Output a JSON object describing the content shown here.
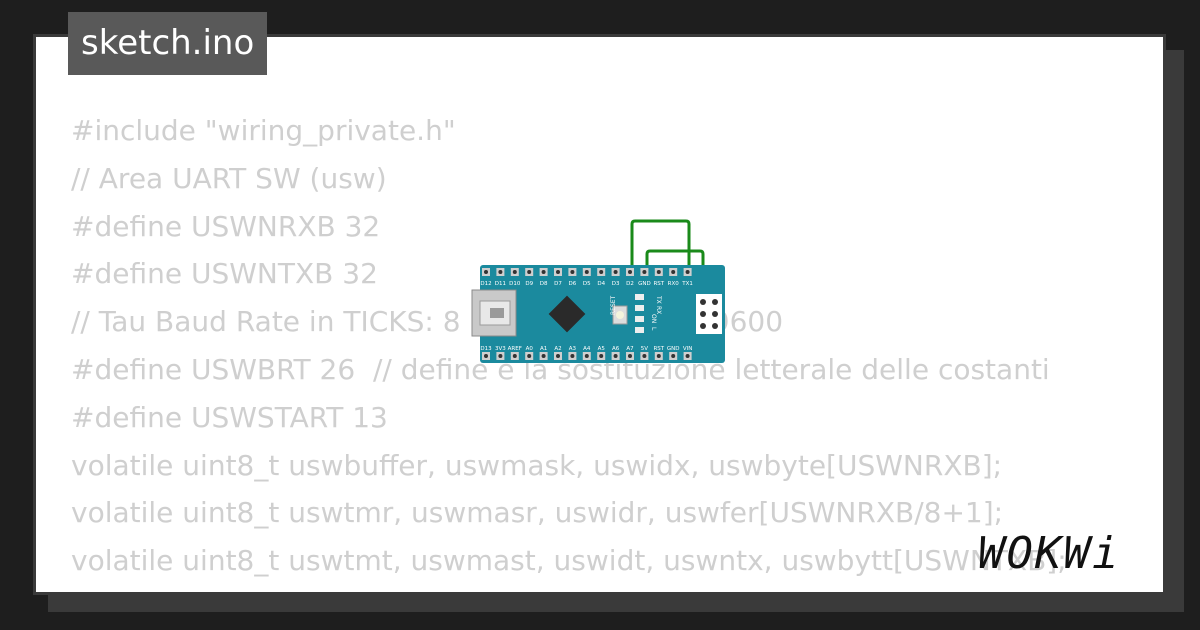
{
  "tab": {
    "title": "sketch.ino"
  },
  "code": {
    "lines": [
      "#include \"wiring_private.h\"",
      "// Area UART SW (usw)",
      "#define USWNRXB 32",
      "#define USWNTXB 32",
      "// Tau Baud Rate in TICKS: 8                        er 9600",
      "#define USWBRT 26  // define e la sostituzione letterale delle costanti",
      "#define USWSTART 13",
      "volatile uint8_t uswbuffer, uswmask, uswidx, uswbyte[USWNRXB];",
      "volatile uint8_t uswtmr, uswmasr, uswidr, uswfer[USWNRXB/8+1];",
      "volatile uint8_t uswtmt, uswmast, uswidt, uswntx, uswbytt[USWNTXB];",
      "//"
    ]
  },
  "board": {
    "top_pins": [
      "D12",
      "D11",
      "D10",
      "D9",
      "D8",
      "D7",
      "D6",
      "D5",
      "D4",
      "D3",
      "D2",
      "GND",
      "RST",
      "RX0",
      "TX1"
    ],
    "bottom_pins": [
      "D13",
      "3V3",
      "AREF",
      "A0",
      "A1",
      "A2",
      "A3",
      "A4",
      "A5",
      "A6",
      "A7",
      "5V",
      "RST",
      "GND",
      "VIN"
    ],
    "reset_label": "RESET",
    "led_labels": [
      "TX",
      "RX",
      "ON",
      "L"
    ],
    "colors": {
      "pcb": "#1b8a9e",
      "wire": "#1a8a1a",
      "chip": "#2a2a2a"
    }
  },
  "logo": {
    "text": "WOKWi"
  },
  "colors": {
    "background": "#1e1e1e",
    "card": "#ffffff",
    "tab": "#595959",
    "code_text": "#cfcfcf"
  }
}
